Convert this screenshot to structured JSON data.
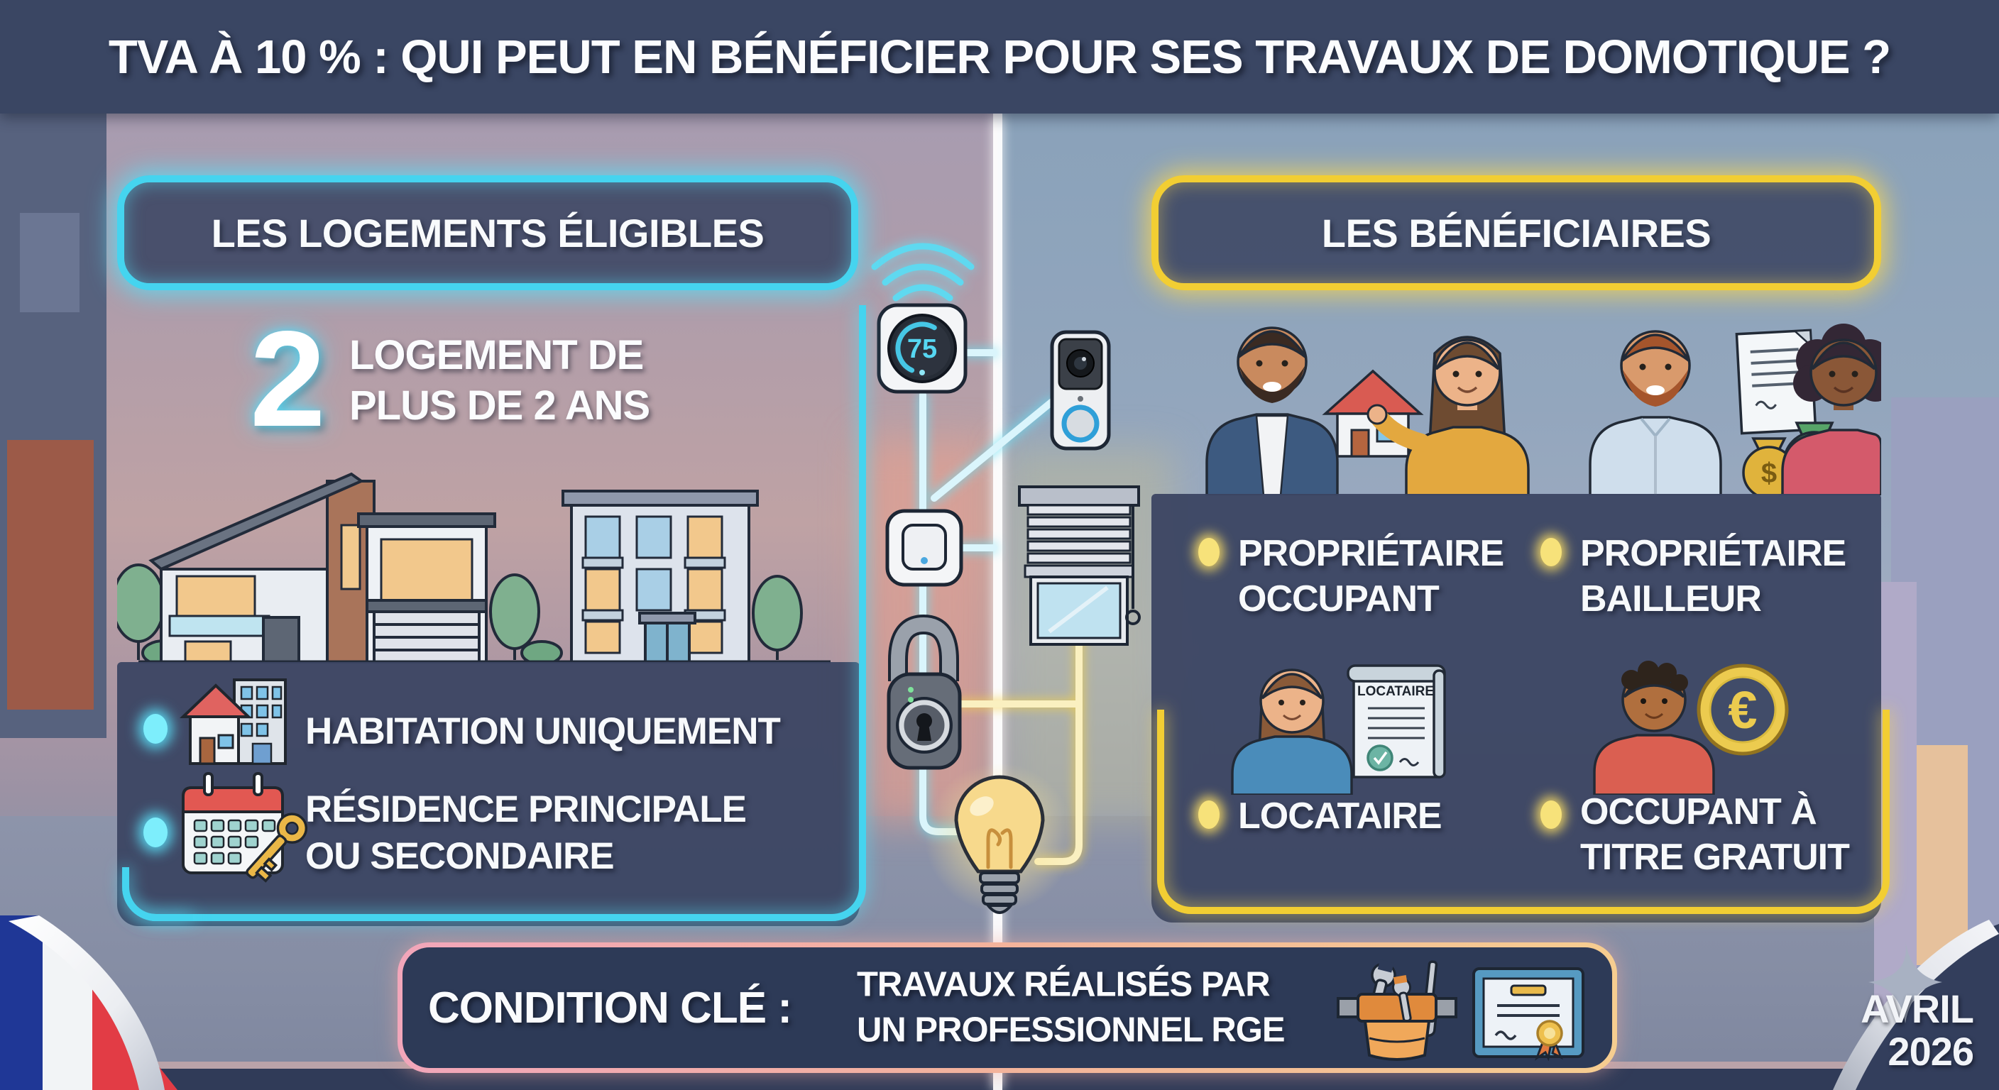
{
  "title": "TVA À 10 % : QUI PEUT EN BÉNÉFICIER POUR SES TRAVAUX DE DOMOTIQUE ?",
  "left_panel": {
    "header": "LES LOGEMENTS ÉLIGIBLES",
    "highlight_number": "2",
    "highlight_line1": "LOGEMENT DE",
    "highlight_line2": "PLUS DE 2 ANS",
    "bullet1": "HABITATION UNIQUEMENT",
    "bullet2_line1": "RÉSIDENCE PRINCIPALE",
    "bullet2_line2": "OU SECONDAIRE"
  },
  "smart_home": {
    "thermostat_value": "75"
  },
  "right_panel": {
    "header": "LES BÉNÉFICIAIRES",
    "bullet1_line1": "PROPRIÉTAIRE",
    "bullet1_line2": "OCCUPANT",
    "bullet2_line1": "PROPRIÉTAIRE",
    "bullet2_line2": "BAILLEUR",
    "bullet3": "LOCATAIRE",
    "bullet4_line1": "OCCUPANT À",
    "bullet4_line2": "TITRE GRATUIT",
    "contract_label": "LOCATAIRE",
    "euro_symbol": "€",
    "money_symbol": "$"
  },
  "condition_bar": {
    "label": "CONDITION CLÉ :",
    "line1": "TRAVAUX RÉALISÉS PAR",
    "line2": "UN PROFESSIONNEL RGE"
  },
  "footer": {
    "month": "AVRIL",
    "year": "2026"
  },
  "colors": {
    "cyan_neon": "#45d4ef",
    "yellow_neon": "#f2ce33",
    "title_bar_navy": "#3a4663",
    "panel_navy": "#3c4663",
    "condition_border_pink": "#f2a6ba",
    "condition_border_orange": "#f6cd90",
    "flag_blue": "#1f3796",
    "flag_red": "#e23c45"
  }
}
